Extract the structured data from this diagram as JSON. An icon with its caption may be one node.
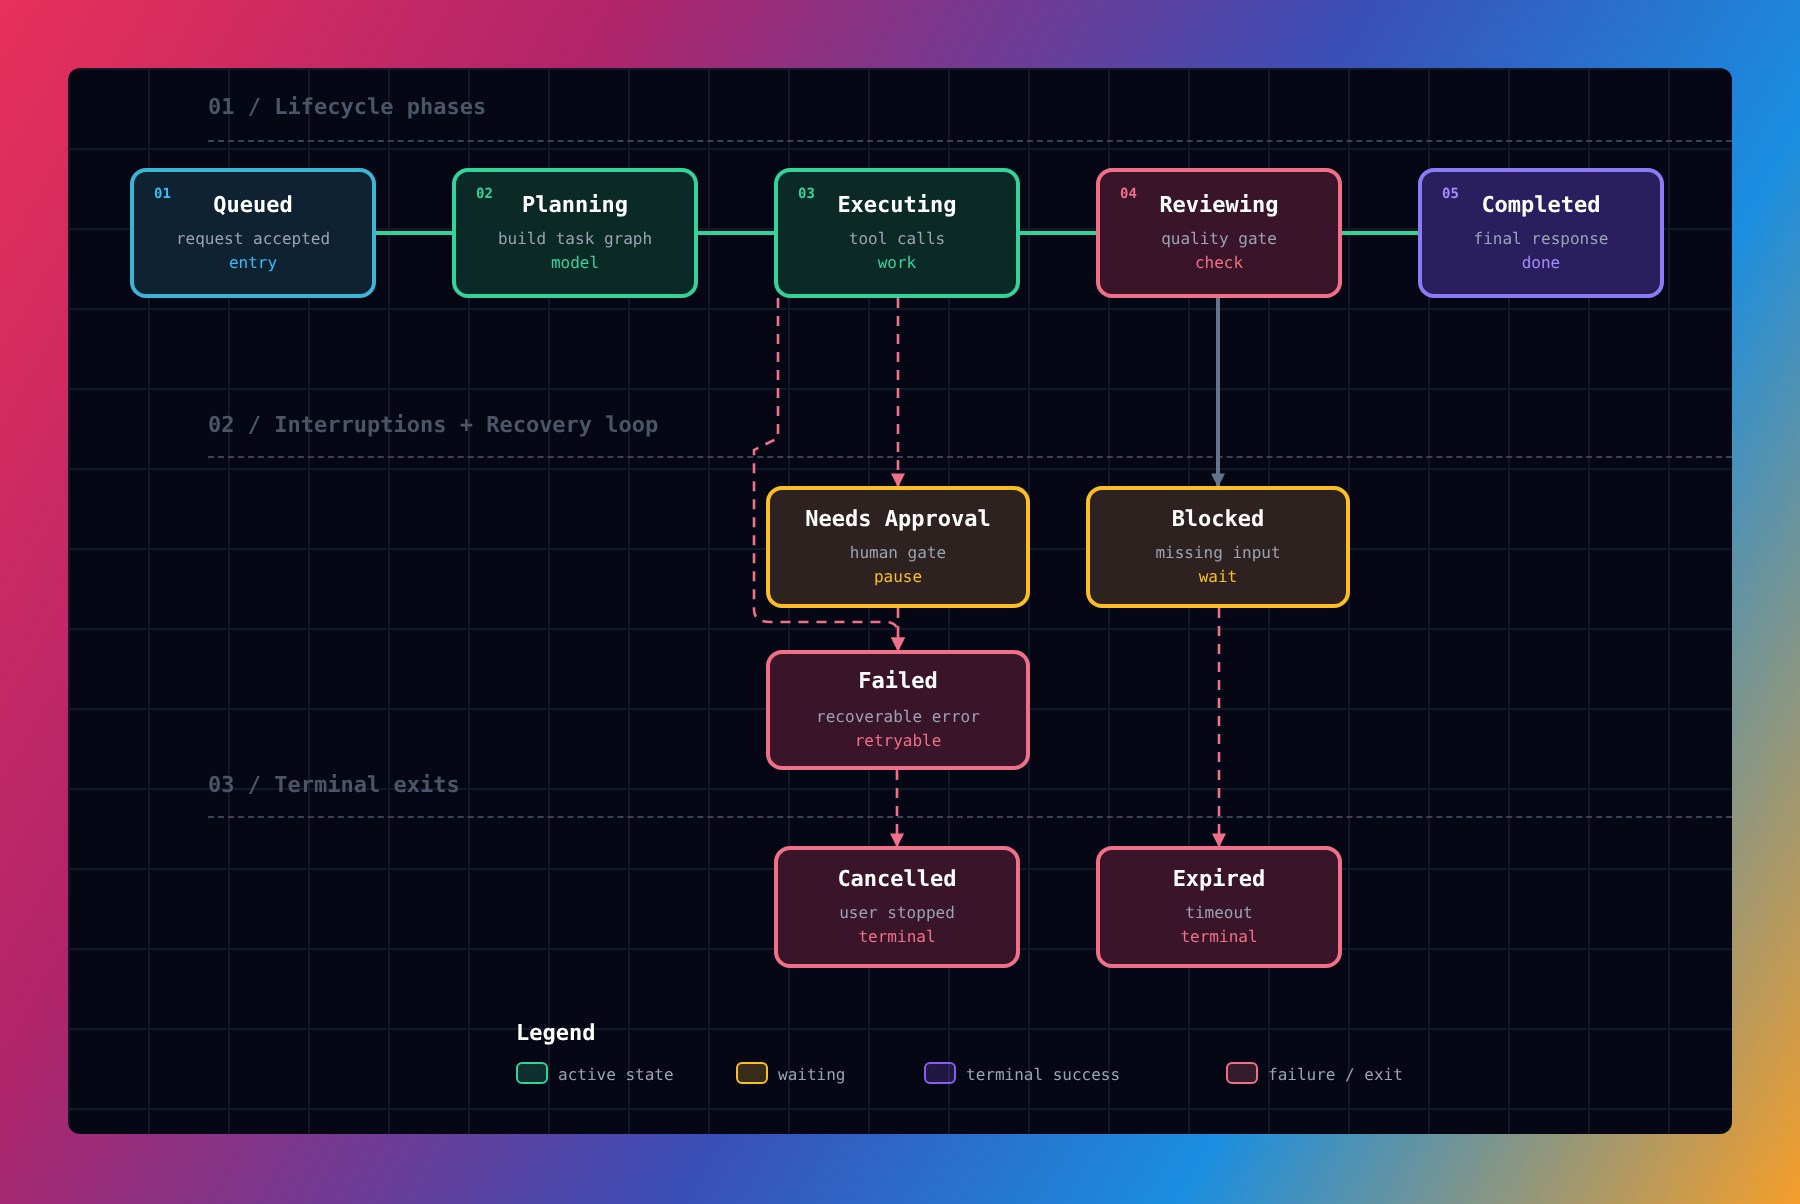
{
  "diagram": {
    "nodes": [
      {
        "text": [
          "01",
          "Queued",
          "request accepted",
          "entry"
        ]
      },
      {
        "text": [
          "02",
          "Planning",
          "build task graph",
          "model"
        ]
      },
      {
        "text": [
          "03",
          "Executing",
          "tool calls",
          "work"
        ]
      },
      {
        "text": [
          "04",
          "Reviewing",
          "quality gate",
          "check"
        ]
      },
      {
        "text": [
          "05",
          "Completed",
          "final response",
          "done"
        ]
      },
      {
        "text": [
          "Needs Approval",
          "human gate",
          "pause"
        ]
      },
      {
        "text": [
          "Blocked",
          "missing input",
          "wait"
        ]
      },
      {
        "text": [
          "Failed",
          "recoverable error",
          "retryable"
        ]
      },
      {
        "text": [
          "Cancelled",
          "user stopped",
          "terminal"
        ]
      },
      {
        "text": [
          "Expired",
          "timeout",
          "terminal"
        ]
      }
    ],
    "edges": [
      {
        "from": 0,
        "to": 1,
        "arrow": "none",
        "color": "#34d399"
      },
      {
        "from": 1,
        "to": 2,
        "arrow": "none",
        "color": "#34d399"
      },
      {
        "from": 2,
        "to": 3,
        "arrow": "none",
        "color": "#34d399"
      },
      {
        "from": 3,
        "to": 4,
        "arrow": "none",
        "color": "#34d399"
      },
      {
        "from": 2,
        "to": 5,
        "arrow": "to",
        "style": "dashed"
      },
      {
        "from": 2,
        "to": 7,
        "arrow": "to",
        "style": "dashed"
      },
      {
        "from": 5,
        "to": 7,
        "arrow": "to",
        "style": "dashed"
      },
      {
        "from": 3,
        "to": 6,
        "arrow": "to",
        "color": "#64748b"
      },
      {
        "from": 7,
        "to": 8,
        "arrow": "to",
        "style": "dashed"
      },
      {
        "from": 6,
        "to": 9,
        "arrow": "to",
        "style": "dashed"
      }
    ],
    "labels": [
      "01 / Lifecycle phases",
      "02 / Interruptions + Recovery loop",
      "03 / Terminal exits",
      "Legend"
    ],
    "legend": [
      {
        "text": "active state",
        "color": "#34d399"
      },
      {
        "text": "waiting",
        "color": "#fbbf24"
      },
      {
        "text": "terminal success",
        "color": "#8b5cf6"
      },
      {
        "text": "failure / exit",
        "color": "#f0708a"
      }
    ]
  }
}
